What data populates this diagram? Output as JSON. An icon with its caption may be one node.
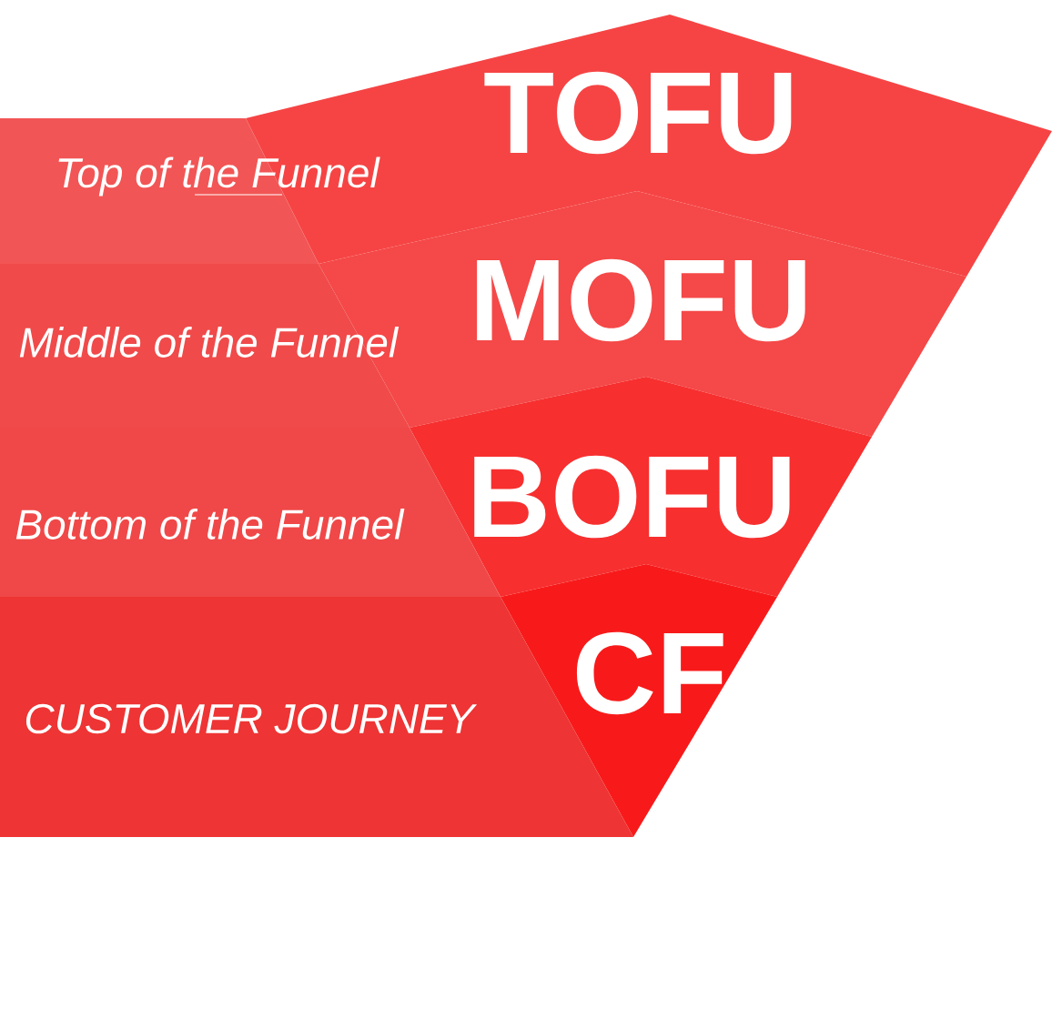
{
  "diagram": {
    "nodes": [
      {
        "text": [
          "Top of the Funnel"
        ]
      },
      {
        "text": [
          "Middle of the Funnel"
        ]
      },
      {
        "text": [
          "Bottom of the Funnel"
        ]
      },
      {
        "text": [
          "CUSTOMER JOURNEY"
        ]
      },
      {
        "text": [
          "TOFU"
        ]
      },
      {
        "text": [
          "MOFU"
        ]
      },
      {
        "text": [
          "BOFU"
        ]
      },
      {
        "text": [
          "CF"
        ]
      }
    ]
  }
}
